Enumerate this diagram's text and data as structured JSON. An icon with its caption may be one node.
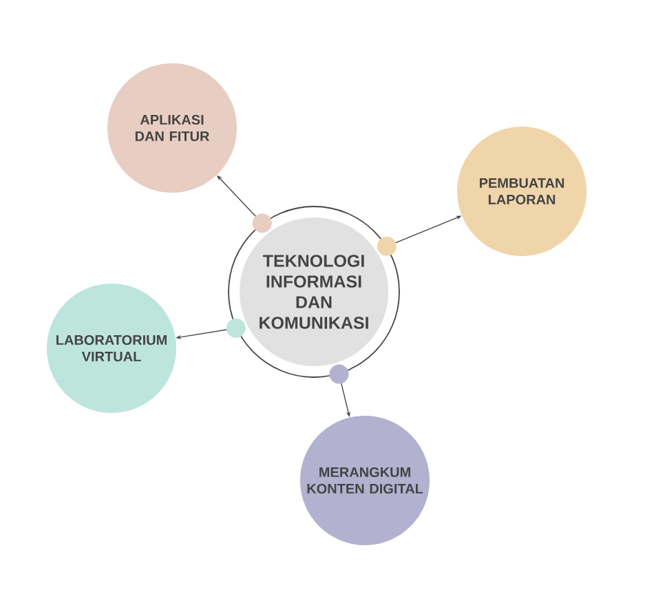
{
  "diagram": {
    "nodes": [
      {
        "text": [
          "TEKNOLOGI INFORMASI DAN KOMUNIKASI"
        ]
      },
      {
        "text": [
          "APLIKASI DAN FITUR"
        ]
      },
      {
        "text": [
          "PEMBUATAN LAPORAN"
        ]
      },
      {
        "text": [
          "LABORATORIUM VIRTUAL"
        ]
      },
      {
        "text": [
          "MERANGKUM KONTEN DIGITAL"
        ]
      }
    ],
    "edges": [
      {
        "from": 0,
        "to": 1,
        "arrow": "to"
      },
      {
        "from": 0,
        "to": 2,
        "arrow": "to"
      },
      {
        "from": 0,
        "to": 3,
        "arrow": "to"
      },
      {
        "from": 0,
        "to": 4,
        "arrow": "to"
      }
    ]
  }
}
